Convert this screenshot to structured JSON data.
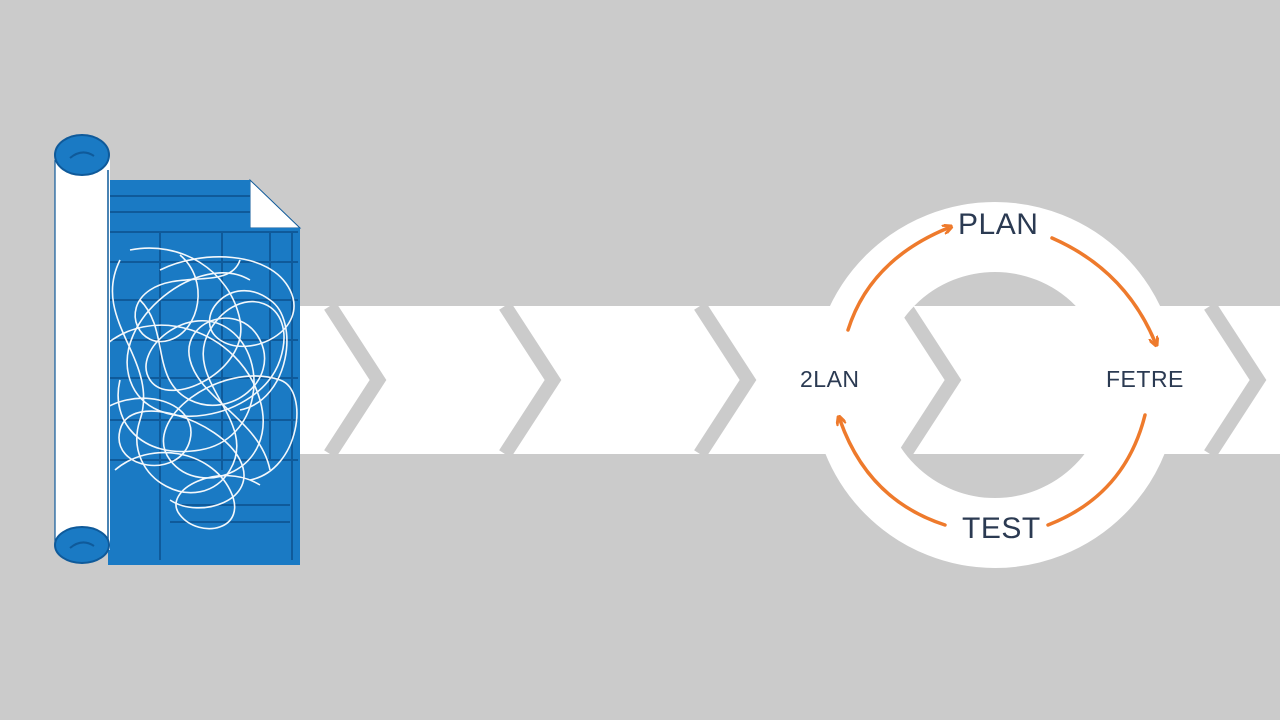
{
  "cycle": {
    "top_label": "PLAN",
    "left_label": "2LAN",
    "right_label": "FETRE",
    "bottom_label": "TEST"
  },
  "colors": {
    "background": "#cbcbcb",
    "band": "#ffffff",
    "chevron_line": "#cbcbcb",
    "blueprint": "#1a7ac4",
    "blueprint_dark": "#0f5a9a",
    "arrow": "#ee7a2c",
    "text": "#2b3a52"
  },
  "icons": {
    "blueprint": "tangled-blueprint-scroll-icon",
    "cycle_arrows": "circular-arrows-icon"
  }
}
